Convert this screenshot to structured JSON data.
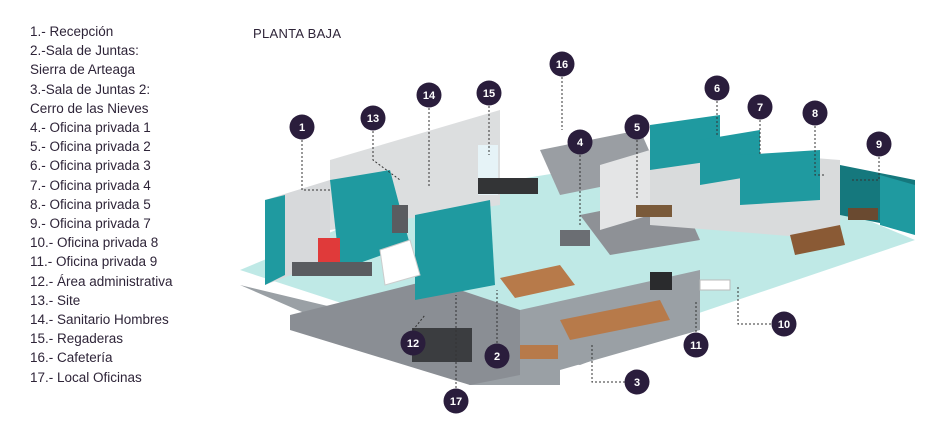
{
  "title": "PLANTA BAJA",
  "legend": [
    "1.- Recepción",
    "2.-Sala de Juntas:",
    "Sierra de Arteaga",
    "3.-Sala de Juntas 2:",
    "Cerro de las Nieves",
    "4.- Oficina privada 1",
    "5.- Oficina privada 2",
    "6.- Oficina privada 3",
    "7.- Oficina privada 4",
    "8.- Oficina privada  5",
    "9.- Oficina privada 7",
    "10.- Oficina privada 8",
    "11.- Oficina privada 9",
    "12.- Área administrativa",
    "13.- Site",
    "14.- Sanitario Hombres",
    "15.- Regaderas",
    "16.- Cafetería",
    "17.- Local Oficinas"
  ],
  "markers": [
    {
      "label": "1"
    },
    {
      "label": "2"
    },
    {
      "label": "3"
    },
    {
      "label": "4"
    },
    {
      "label": "5"
    },
    {
      "label": "6"
    },
    {
      "label": "7"
    },
    {
      "label": "8"
    },
    {
      "label": "9"
    },
    {
      "label": "10"
    },
    {
      "label": "11"
    },
    {
      "label": "12"
    },
    {
      "label": "13"
    },
    {
      "label": "14"
    },
    {
      "label": "15"
    },
    {
      "label": "16"
    },
    {
      "label": "17"
    }
  ],
  "colors": {
    "marker": "#2a1d3c",
    "teal_wall": "#1f9aa0",
    "teal_dark": "#15787d",
    "floor_light": "#bfe9e6",
    "floor_grey": "#8e9196",
    "wall_grey": "#d7d9db"
  }
}
